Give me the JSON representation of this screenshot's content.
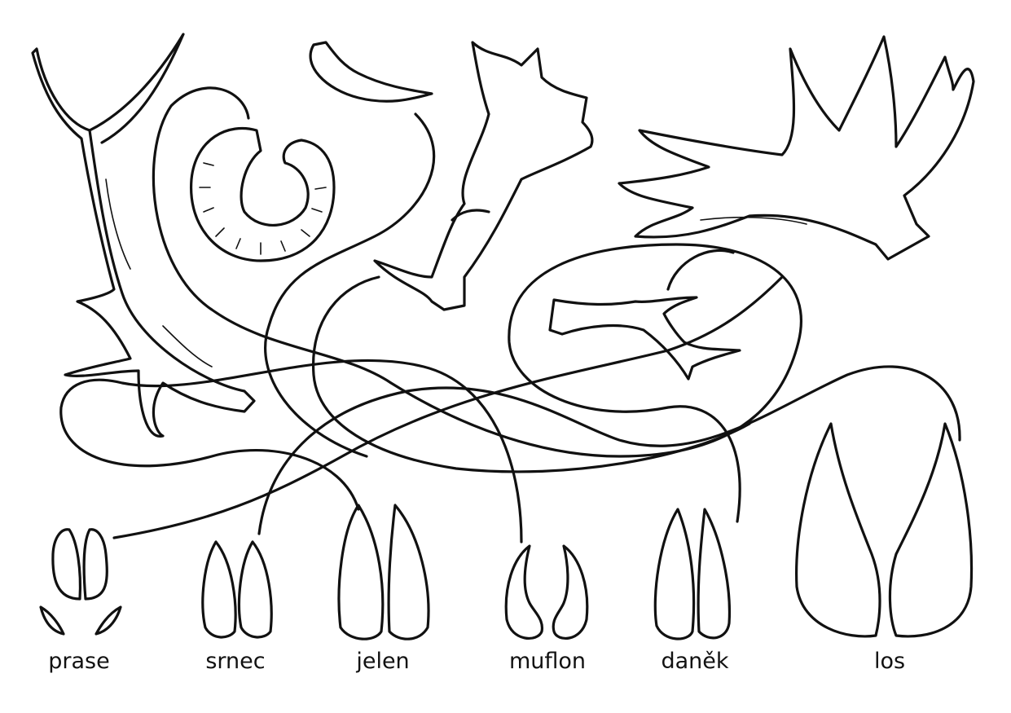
{
  "labels": {
    "prase": "prase",
    "srnec": "srnec",
    "jelen": "jelen",
    "muflon": "muflon",
    "danek": "daněk",
    "los": "los"
  },
  "colors": {
    "ink": "#111111",
    "paper": "#ffffff"
  }
}
